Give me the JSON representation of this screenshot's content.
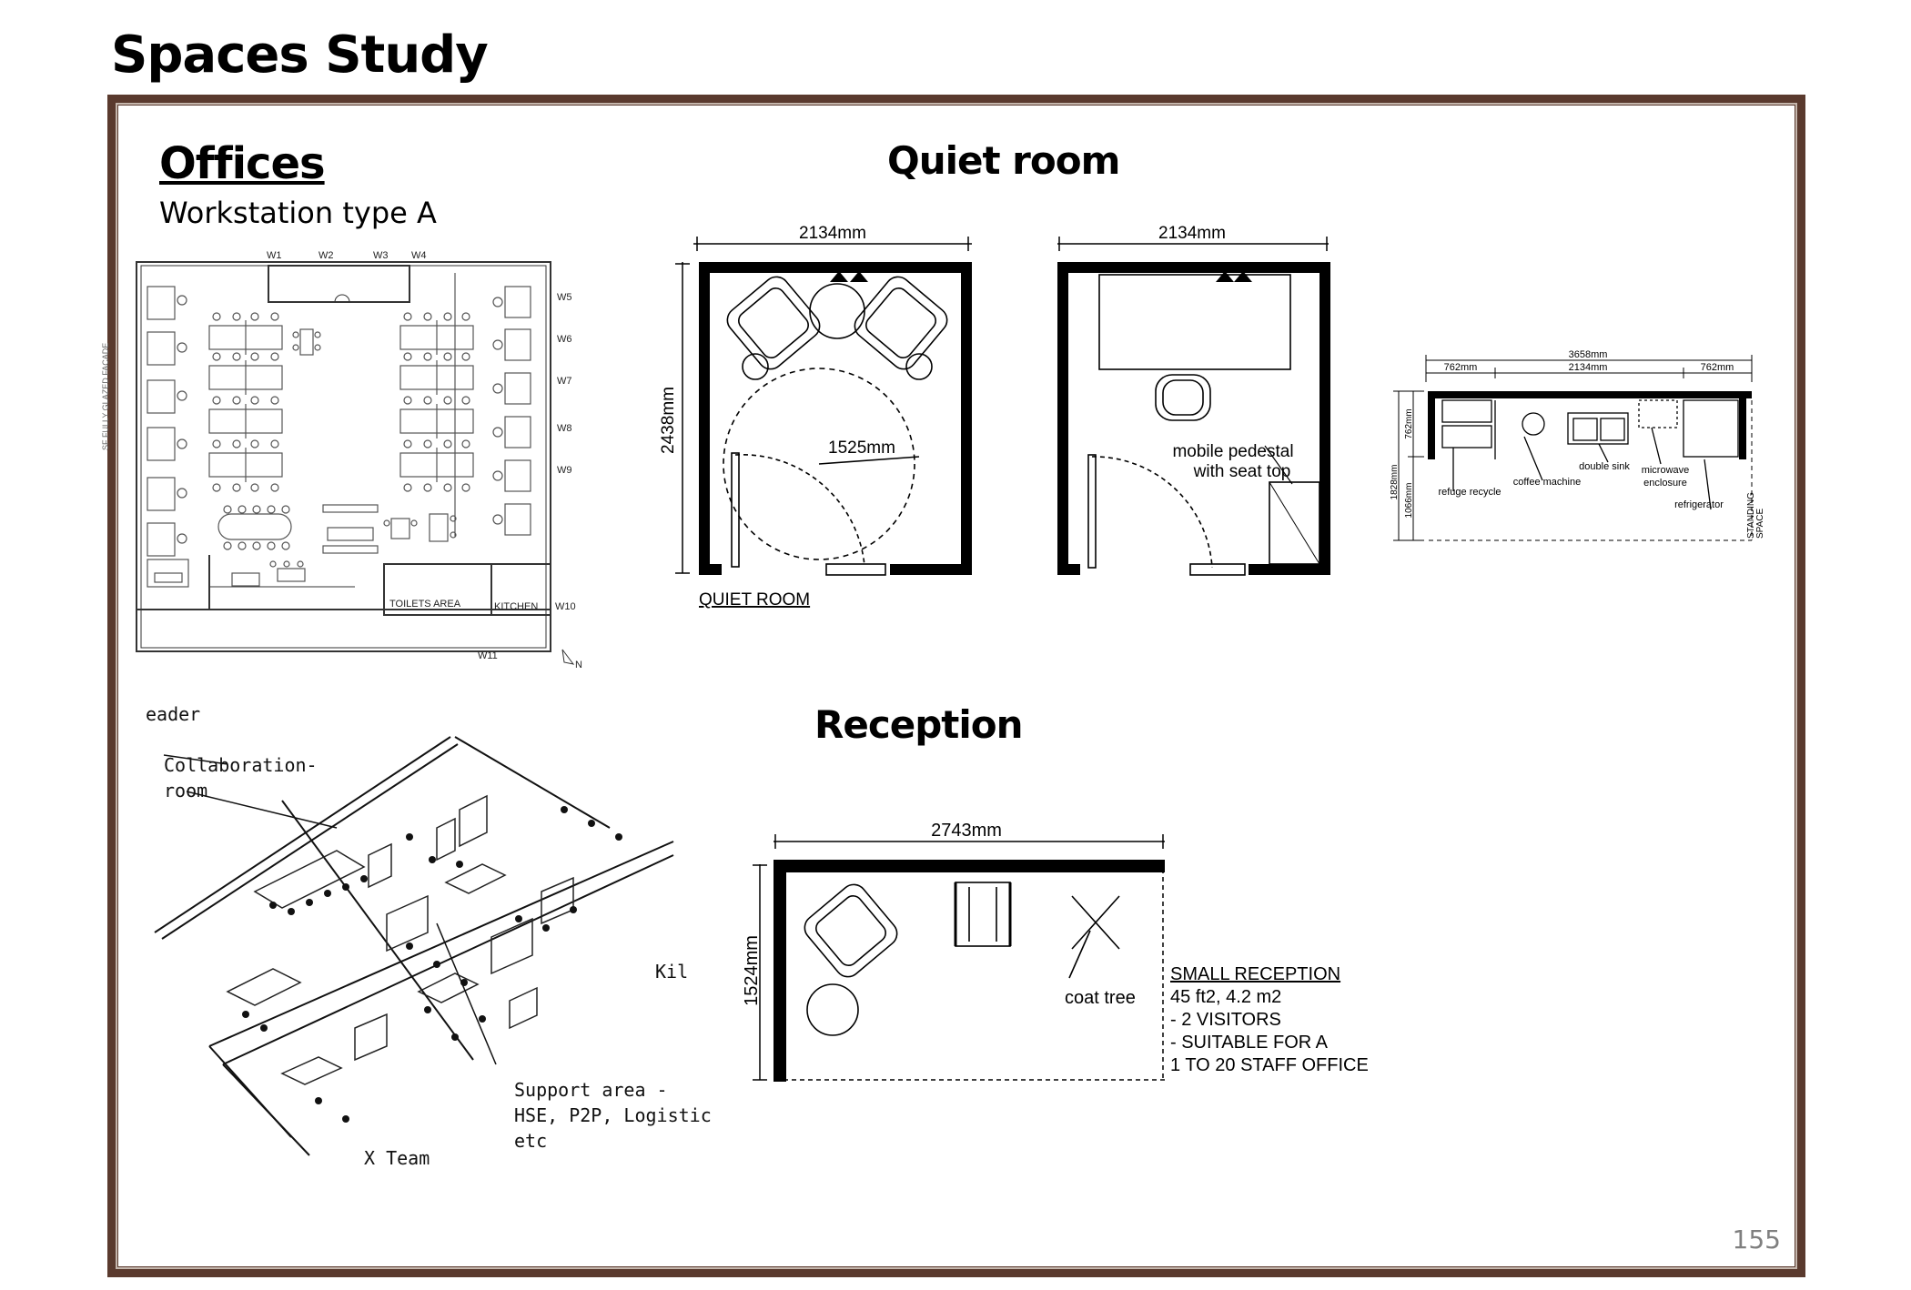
{
  "page": {
    "title": "Spaces Study",
    "page_number": "155"
  },
  "offices": {
    "heading": "Offices",
    "subheading": "Workstation type A",
    "plan": {
      "windows_top": [
        "W1",
        "W2",
        "W3",
        "W4"
      ],
      "windows_right": [
        "W5",
        "W6",
        "W7",
        "W8",
        "W9"
      ],
      "window_w10": "W10",
      "window_w11": "W11",
      "side_note": "SF FULLY GLAZED FACADE",
      "toilets": "TOILETS AREA",
      "kitchen": "KITCHEN",
      "north": "N"
    },
    "iso": {
      "leader": "eader",
      "collab": [
        "Collaboration-",
        "room"
      ],
      "support": [
        "Support area -",
        "HSE, P2P, Logistic",
        "etc"
      ],
      "kitchen_cut": "Kil",
      "team_cut": "X Team"
    }
  },
  "quiet_room": {
    "heading": "Quiet room",
    "left": {
      "width_dim": "2134mm",
      "height_dim": "2438mm",
      "radius_dim": "1525mm",
      "caption": "QUIET ROOM"
    },
    "right": {
      "width_dim": "2134mm",
      "pedestal_label": [
        "mobile pedestal",
        "with seat top"
      ]
    }
  },
  "kitchen_elev": {
    "total": "3658mm",
    "segments": [
      "762mm",
      "2134mm",
      "762mm"
    ],
    "heights": [
      "1828mm",
      "762mm",
      "1066mm"
    ],
    "labels": {
      "refuge": "refuge recycle",
      "coffee": "coffee machine",
      "sink": "double sink",
      "microwave": [
        "microwave",
        "enclosure"
      ],
      "fridge": "refrigerator",
      "standing": [
        "STANDING",
        "SPACE"
      ]
    }
  },
  "reception": {
    "heading": "Reception",
    "width_dim": "2743mm",
    "height_dim": "1524mm",
    "coat_tree": "coat tree",
    "title": "SMALL RECEPTION",
    "notes": [
      "45 ft2, 4.2 m2",
      "- 2 VISITORS",
      "- SUITABLE FOR A",
      "1 TO 20 STAFF OFFICE"
    ]
  }
}
